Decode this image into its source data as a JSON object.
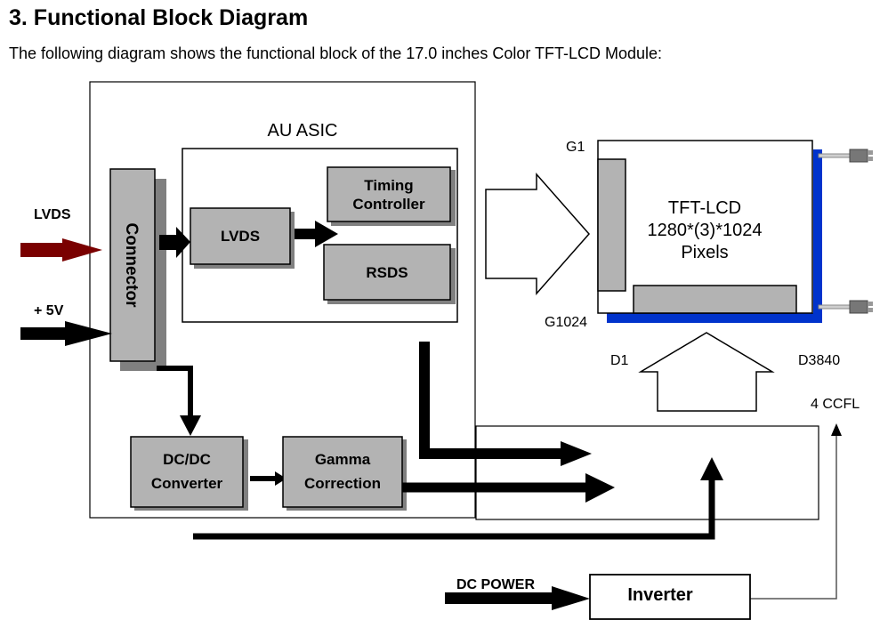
{
  "header": {
    "title": "3. Functional Block Diagram",
    "intro": "The following diagram shows the functional block of the 17.0 inches Color TFT-LCD Module:"
  },
  "diagram": {
    "inputs": {
      "lvds": "LVDS",
      "plus5v": "+ 5V",
      "dc_power": "DC POWER"
    },
    "blocks": {
      "connector": "Connector",
      "asic_title": "AU ASIC",
      "lvds": "LVDS",
      "timing_line1": "Timing",
      "timing_line2": "Controller",
      "rsds": "RSDS",
      "dcdc_line1": "DC/DC",
      "dcdc_line2": "Converter",
      "gamma_line1": "Gamma",
      "gamma_line2": "Correction",
      "inverter": "Inverter"
    },
    "panel": {
      "line1": "TFT-LCD",
      "line2": "1280*(3)*1024",
      "line3": "Pixels",
      "gate_first": "G1",
      "gate_last": "G1024",
      "data_first": "D1",
      "data_last": "D3840",
      "backlight": "4 CCFL"
    },
    "colors": {
      "lvds_arrow": "#7a0000",
      "block_fill": "#b3b3b3",
      "shadow": "#808080",
      "backlight": "#0033cc"
    }
  }
}
